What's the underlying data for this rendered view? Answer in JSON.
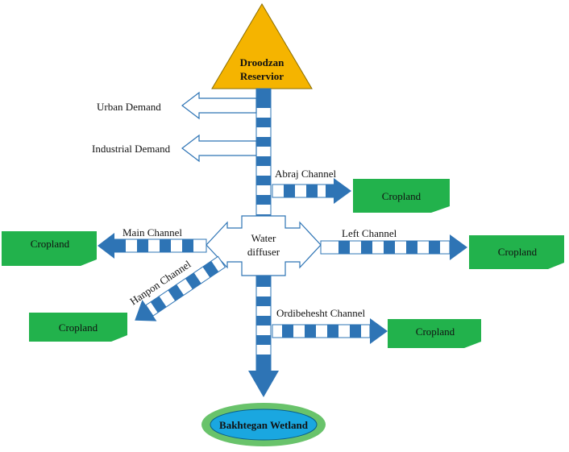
{
  "colors": {
    "blue": "#2e74b5",
    "stripe_light": "#ffffff",
    "green": "#22b24c",
    "orange": "#f5b400",
    "wetland_outer": "#69c36b",
    "wetland_inner": "#1aa7e0",
    "outline_blue": "#2e74b5"
  },
  "reservoir": {
    "line1": "Droodzan",
    "line2": "Reservior"
  },
  "demands": {
    "urban": "Urban Demand",
    "industrial": "Industrial Demand"
  },
  "diffuser": {
    "line1": "Water",
    "line2": "diffuser"
  },
  "channels": {
    "abraj": "Abraj Channel",
    "main": "Main Channel",
    "left": "Left Channel",
    "hanpon": "Hanpon Channel",
    "ordibehesht": "Ordibehesht Channel"
  },
  "croplands": {
    "abraj": "Cropland",
    "main": "Cropland",
    "left": "Cropland",
    "hanpon": "Cropland",
    "ordibehesht": "Cropland"
  },
  "wetland": {
    "label": "Bakhtegan Wetland"
  }
}
